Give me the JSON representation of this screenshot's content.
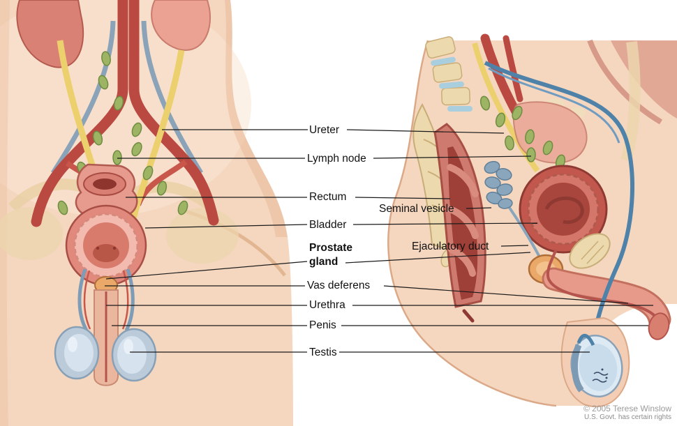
{
  "figure_labels": {
    "ureter": "Ureter",
    "lymph_node": "Lymph node",
    "rectum": "Rectum",
    "bladder": "Bladder",
    "prostate_gland": "Prostate gland",
    "vas_deferens": "Vas deferens",
    "urethra": "Urethra",
    "penis": "Penis",
    "testis": "Testis",
    "seminal_vesicle": "Seminal vesicle",
    "ejaculatory_duct": "Ejaculatory duct"
  },
  "credit": {
    "line1": "© 2005 Terese Winslow",
    "line2": "U.S. Govt. has certain rights"
  },
  "palette": {
    "skin": "#f5d7c0",
    "skin_shade": "#dca988",
    "organ_pink": "#e2897e",
    "organ_dark_red": "#b3544b",
    "vessel_red": "#ba4a41",
    "vein_blue": "#7e9cb6",
    "vas_deferens_blue": "#4f82a8",
    "ureter_yellow": "#ecd06e",
    "lymph_green": "#9cb463",
    "bone_cream": "#ecd9ad",
    "prostate_orange": "#eaa869",
    "testis_blue": "#c8dcec",
    "label_text": "#111111",
    "credit_gray": "#9b9b9b"
  }
}
